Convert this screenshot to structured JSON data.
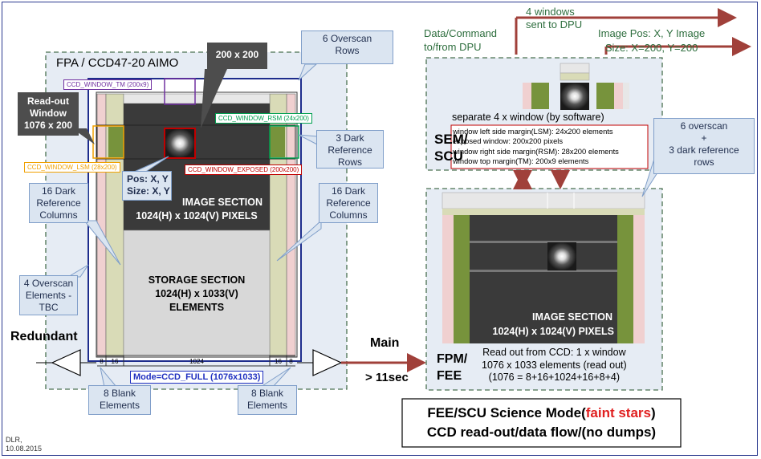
{
  "fpa": {
    "title": "FPA / CCD47-20 AIMO",
    "callout_200": "200 x 200",
    "overscan_rows": [
      "6 Overscan",
      "Rows"
    ],
    "readout_window": [
      "Read-out",
      "Window",
      "1076 x 200"
    ],
    "dark_ref_rows": [
      "3 Dark",
      "Reference",
      "Rows"
    ],
    "dark_ref_cols_left": [
      "16 Dark",
      "Reference",
      "Columns"
    ],
    "dark_ref_cols_right": [
      "16 Dark",
      "Reference",
      "Columns"
    ],
    "overscan_elements": [
      "4 Overscan",
      "Elements -",
      "TBC"
    ],
    "blank_left": [
      "8 Blank",
      "Elements"
    ],
    "blank_right": [
      "8 Blank",
      "Elements"
    ],
    "pos_label": [
      "Pos: X, Y",
      "Size: X, Y"
    ],
    "image_section": [
      "IMAGE SECTION",
      "1024(H) x 1024(V) PIXELS"
    ],
    "storage_section": [
      "STORAGE SECTION",
      "1024(H) x 1033(V)",
      "ELEMENTS"
    ],
    "ccd_window_tm": "CCD_WINDOW_TM (200x9)",
    "ccd_window_rsm": "CCD_WINDOW_RSM (24x200)",
    "ccd_window_lsm": "CCD_WINDOW_LSM (28x200)",
    "ccd_window_exposed": "CCD_WINDOW_EXPOSED (200x200)",
    "mode": "Mode=CCD_FULL (1076x1033)",
    "bottom_nums": [
      "8",
      "16",
      "1024",
      "16",
      "8"
    ],
    "redundant": "Redundant",
    "colors": {
      "tm": "#7030a0",
      "rsm": "#00a050",
      "lsm": "#f0a000",
      "exposed": "#c00000",
      "mode": "#2030c0"
    }
  },
  "main": {
    "label": "Main",
    "time": "> 11sec"
  },
  "dpu": {
    "data_command": [
      "Data/Command",
      "to/from DPU"
    ],
    "four_windows": [
      "4 windows",
      "sent to DPU"
    ],
    "image_pos": [
      "Image Pos: X, Y Image",
      "Size: X=200, Y=200"
    ]
  },
  "sem": {
    "label": [
      "SEM/",
      "SCU"
    ],
    "separate": "separate 4 x window (by software)",
    "lines": [
      "window left side margin(LSM): 24x200 elements",
      "exposed window: 200x200 pixels",
      "window right side margin(RSM): 28x200 elements",
      "window top margin(TM): 200x9 elements"
    ]
  },
  "overscan_callout": [
    "6 overscan",
    "+",
    "3 dark reference",
    "rows"
  ],
  "fpm": {
    "label": [
      "FPM/",
      "FEE"
    ],
    "image_section": [
      "IMAGE SECTION",
      "1024(H) x 1024(V) PIXELS"
    ],
    "readout": [
      "Read out from CCD: 1 x window",
      "1076 x 1033 elements (read out)",
      "(1076 = 8+16+1024+16+8+4)"
    ]
  },
  "mode_box": {
    "prefix": "FEE/SCU Science Mode(",
    "highlight": "faint stars",
    "suffix": ")",
    "line2": "CCD read-out/data flow/(no dumps)"
  },
  "footer": {
    "org": "DLR,",
    "date": "10.08.2015"
  }
}
